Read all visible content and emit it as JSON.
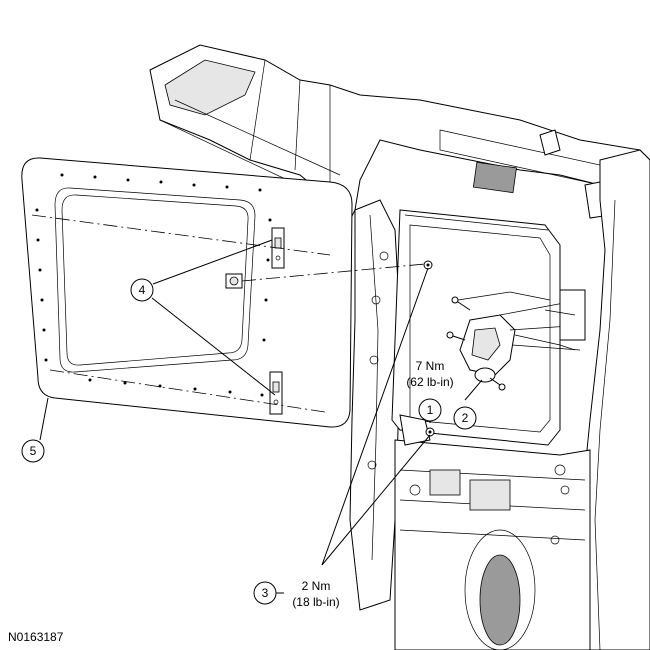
{
  "callouts": [
    {
      "id": "1",
      "number": "1"
    },
    {
      "id": "2",
      "number": "2"
    },
    {
      "id": "3",
      "number": "3"
    },
    {
      "id": "4",
      "number": "4"
    },
    {
      "id": "5",
      "number": "5"
    }
  ],
  "torque": {
    "item1_nm": "7 Nm",
    "item1_lbin": "(62 lb-in)",
    "item3_nm": "2 Nm",
    "item3_lbin": "(18 lb-in)"
  },
  "figure_id": "N0163187"
}
